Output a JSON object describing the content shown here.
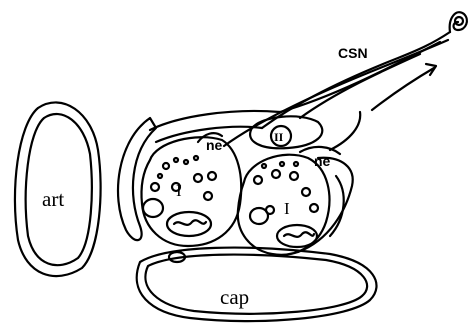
{
  "diagram": {
    "labels": {
      "csn": "CSN",
      "art": "art",
      "cap": "cap",
      "ne_left": "ne",
      "ne_right": "ne",
      "type_i_left": "I",
      "type_i_right": "I",
      "type_ii": "II"
    },
    "colors": {
      "line": "#000000",
      "background": "#ffffff"
    }
  }
}
